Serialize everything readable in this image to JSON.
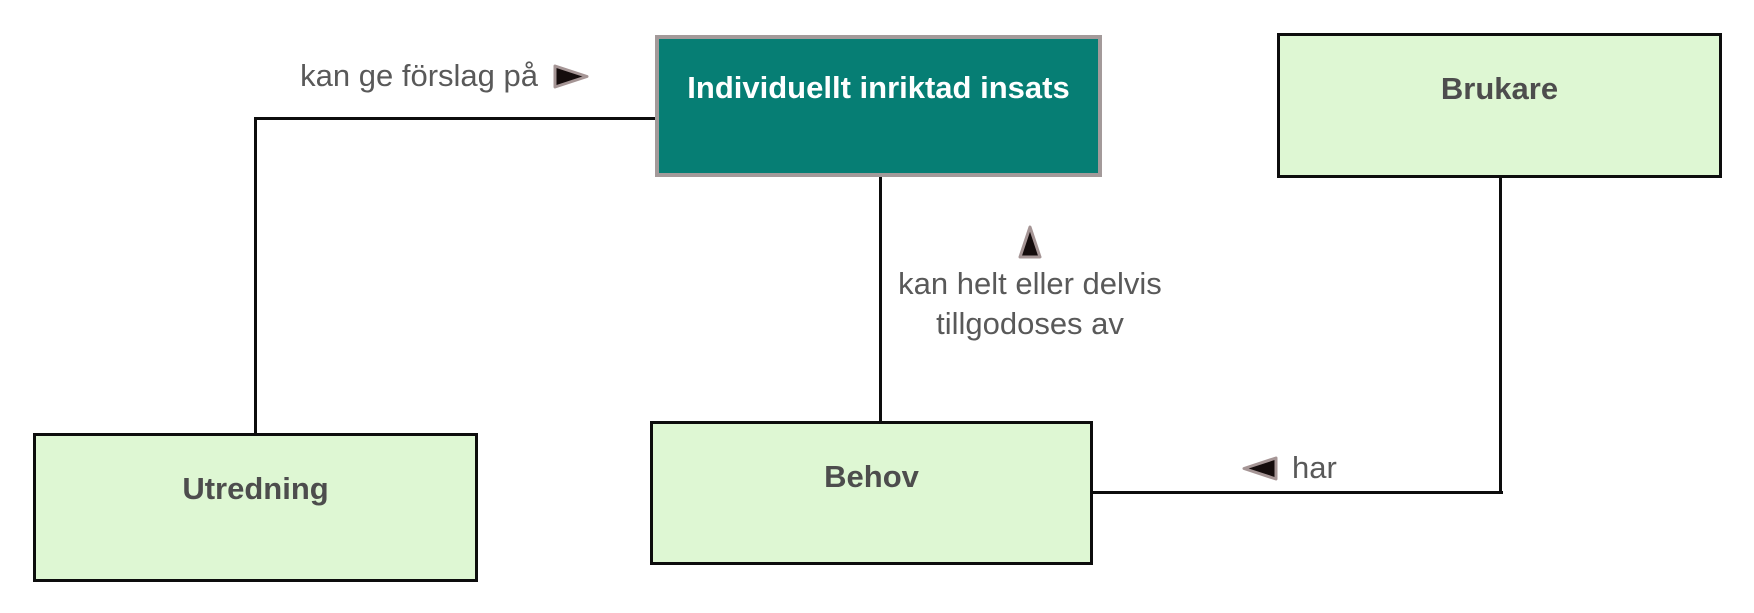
{
  "diagram": {
    "title": "Concept relationship diagram",
    "nodes": [
      {
        "id": "insats",
        "label": "Individuellt inriktad insats",
        "type": "primary"
      },
      {
        "id": "brukare",
        "label": "Brukare",
        "type": "secondary"
      },
      {
        "id": "utredning",
        "label": "Utredning",
        "type": "secondary"
      },
      {
        "id": "behov",
        "label": "Behov",
        "type": "secondary"
      }
    ],
    "edges": [
      {
        "from": "Utredning",
        "to": "Individuellt inriktad insats",
        "label": "kan ge förslag på",
        "arrow_direction": "right"
      },
      {
        "from": "Behov",
        "to": "Individuellt inriktad insats",
        "label_line1": "kan helt eller delvis",
        "label_line2": "tillgodoses av",
        "arrow_direction": "up"
      },
      {
        "from": "Brukare",
        "to": "Behov",
        "label": "har",
        "arrow_direction": "left"
      }
    ],
    "colors": {
      "primary_fill": "#067e74",
      "primary_border": "#a39a9a",
      "primary_text": "#ffffff",
      "node_fill": "#def7d3",
      "node_border": "#0d0d0d",
      "node_text": "#4d4d4d",
      "label_text": "#595959",
      "connector": "#0d0d0d",
      "arrow_fill": "#140c0c",
      "arrow_outline": "#a59595"
    }
  }
}
